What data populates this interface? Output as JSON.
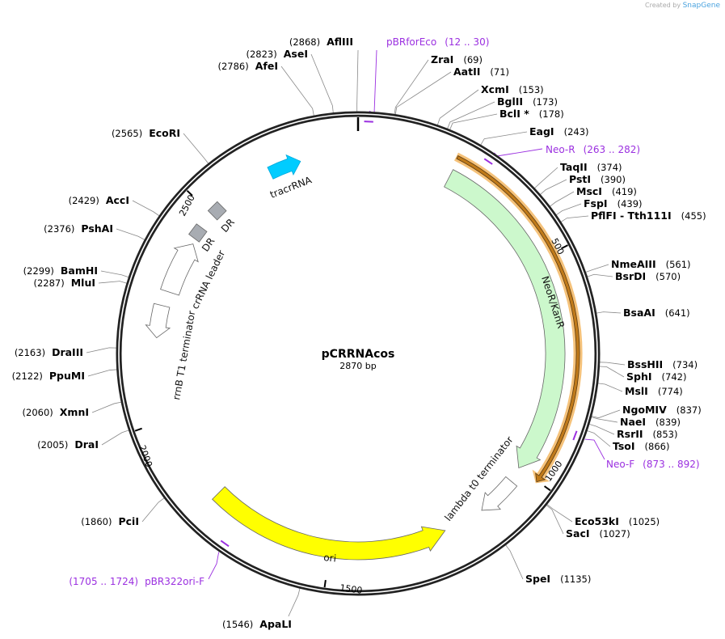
{
  "credit": {
    "prefix": "Created by",
    "brand": "SnapGene"
  },
  "plasmid": {
    "name": "pCRRNAcos",
    "length_label": "2870 bp",
    "length": 2870
  },
  "ticks": [
    {
      "pos": 500,
      "label": "500"
    },
    {
      "pos": 1000,
      "label": "1000"
    },
    {
      "pos": 1500,
      "label": "1500"
    },
    {
      "pos": 2000,
      "label": "2000"
    },
    {
      "pos": 2500,
      "label": "2500"
    }
  ],
  "enzymes": [
    {
      "name": "AflIII",
      "pos": 2868,
      "pos_label": "(2868)"
    },
    {
      "name": "AseI",
      "pos": 2823,
      "pos_label": "(2823)"
    },
    {
      "name": "AfeI",
      "pos": 2786,
      "pos_label": "(2786)"
    },
    {
      "name": "ZraI",
      "pos": 69,
      "pos_label": "(69)"
    },
    {
      "name": "AatII",
      "pos": 71,
      "pos_label": "(71)"
    },
    {
      "name": "XcmI",
      "pos": 153,
      "pos_label": "(153)"
    },
    {
      "name": "BglII",
      "pos": 173,
      "pos_label": "(173)"
    },
    {
      "name": "BclI *",
      "pos": 178,
      "pos_label": "(178)"
    },
    {
      "name": "EagI",
      "pos": 243,
      "pos_label": "(243)"
    },
    {
      "name": "TaqII",
      "pos": 374,
      "pos_label": "(374)"
    },
    {
      "name": "PstI",
      "pos": 390,
      "pos_label": "(390)"
    },
    {
      "name": "MscI",
      "pos": 419,
      "pos_label": "(419)"
    },
    {
      "name": "FspI",
      "pos": 439,
      "pos_label": "(439)"
    },
    {
      "name": "PflFI - Tth111I",
      "pos": 455,
      "pos_label": "(455)"
    },
    {
      "name": "NmeAIII",
      "pos": 561,
      "pos_label": "(561)"
    },
    {
      "name": "BsrDI",
      "pos": 570,
      "pos_label": "(570)"
    },
    {
      "name": "BsaAI",
      "pos": 641,
      "pos_label": "(641)"
    },
    {
      "name": "BssHII",
      "pos": 734,
      "pos_label": "(734)"
    },
    {
      "name": "SphI",
      "pos": 742,
      "pos_label": "(742)"
    },
    {
      "name": "MslI",
      "pos": 774,
      "pos_label": "(774)"
    },
    {
      "name": "NgoMIV",
      "pos": 837,
      "pos_label": "(837)"
    },
    {
      "name": "NaeI",
      "pos": 839,
      "pos_label": "(839)"
    },
    {
      "name": "RsrII",
      "pos": 853,
      "pos_label": "(853)"
    },
    {
      "name": "TsoI",
      "pos": 866,
      "pos_label": "(866)"
    },
    {
      "name": "Eco53kI",
      "pos": 1025,
      "pos_label": "(1025)"
    },
    {
      "name": "SacI",
      "pos": 1027,
      "pos_label": "(1027)"
    },
    {
      "name": "SpeI",
      "pos": 1135,
      "pos_label": "(1135)"
    },
    {
      "name": "ApaLI",
      "pos": 1546,
      "pos_label": "(1546)"
    },
    {
      "name": "PciI",
      "pos": 1860,
      "pos_label": "(1860)"
    },
    {
      "name": "DraI",
      "pos": 2005,
      "pos_label": "(2005)"
    },
    {
      "name": "XmnI",
      "pos": 2060,
      "pos_label": "(2060)"
    },
    {
      "name": "PpuMI",
      "pos": 2122,
      "pos_label": "(2122)"
    },
    {
      "name": "DraIII",
      "pos": 2163,
      "pos_label": "(2163)"
    },
    {
      "name": "MluI",
      "pos": 2287,
      "pos_label": "(2287)"
    },
    {
      "name": "BamHI",
      "pos": 2299,
      "pos_label": "(2299)"
    },
    {
      "name": "PshAI",
      "pos": 2376,
      "pos_label": "(2376)"
    },
    {
      "name": "AccI",
      "pos": 2429,
      "pos_label": "(2429)"
    },
    {
      "name": "EcoRI",
      "pos": 2565,
      "pos_label": "(2565)"
    }
  ],
  "primers": [
    {
      "name": "pBRforEco",
      "range": "(12 .. 30)",
      "start": 12,
      "end": 30
    },
    {
      "name": "Neo-R",
      "range": "(263 .. 282)",
      "start": 263,
      "end": 282
    },
    {
      "name": "Neo-F",
      "range": "(873 .. 892)",
      "start": 873,
      "end": 892
    },
    {
      "name": "pBR322ori-F",
      "range": "(1705 .. 1724)",
      "start": 1705,
      "end": 1724
    }
  ],
  "features": [
    {
      "name": "NeoR/KanR",
      "start": 218,
      "end": 1000,
      "direction": "forward",
      "color": "#ccf8cc"
    },
    {
      "name": "",
      "start": 214,
      "end": 1002,
      "direction": "forward",
      "color": "#f5c27a"
    },
    {
      "name": "lambda t0 terminator",
      "start": 1035,
      "end": 1130,
      "direction": "forward",
      "color": "#ffffff"
    },
    {
      "name": "ori",
      "start": 1226,
      "end": 1794,
      "direction": "reverse",
      "color": "#ffff00"
    },
    {
      "name": "rrnB T1 terminator",
      "start": 2188,
      "end": 2262,
      "direction": "reverse",
      "color": "#ffffff"
    },
    {
      "name": "crRNA leader",
      "start": 2296,
      "end": 2420,
      "direction": "forward",
      "color": "#ffffff"
    },
    {
      "name": "tracrRNA",
      "start": 2663,
      "end": 2737,
      "direction": "forward",
      "color": "#00ccff"
    }
  ],
  "repeats": [
    {
      "name": "DR",
      "pos": 2447,
      "color": "#a8acb2"
    },
    {
      "name": "DR",
      "pos": 2514,
      "color": "#a8acb2"
    }
  ],
  "colors": {
    "primer": "#9b30e0",
    "backbone": "#222222"
  }
}
